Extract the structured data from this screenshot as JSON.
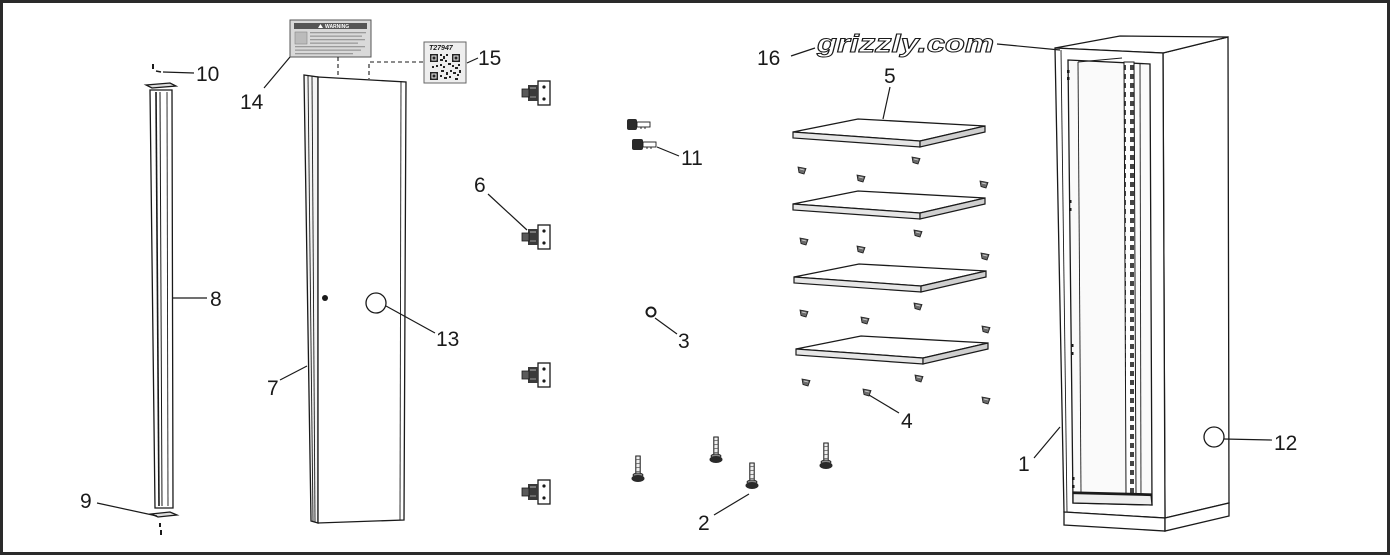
{
  "callouts": {
    "n1": "1",
    "n2": "2",
    "n3": "3",
    "n4": "4",
    "n5": "5",
    "n6": "6",
    "n7": "7",
    "n8": "8",
    "n9": "9",
    "n10": "10",
    "n11": "11",
    "n12": "12",
    "n13": "13",
    "n14": "14",
    "n15": "15",
    "n16": "16"
  },
  "warning_label": {
    "header": "WARNING"
  },
  "qr_label": {
    "code": "T27947"
  },
  "logo": {
    "text": "grizzly.com"
  }
}
